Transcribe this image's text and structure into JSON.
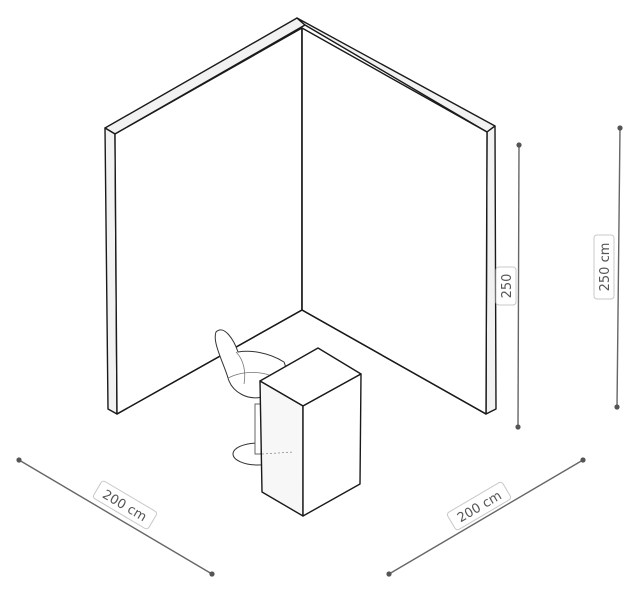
{
  "dimensions": {
    "left_width": "200 cm",
    "right_width": "200 cm",
    "wall_height": "250",
    "total_height": "250 cm"
  },
  "colors": {
    "wall_face": "#ffffff",
    "wall_edge": "#f2f2f2",
    "counter_top": "#ffffff",
    "counter_side": "#f7f7f7",
    "line": "#1a1a1a",
    "dimension_line": "#666666"
  },
  "objects": [
    "corner-wall-left",
    "corner-wall-right",
    "bar-stool",
    "counter"
  ]
}
